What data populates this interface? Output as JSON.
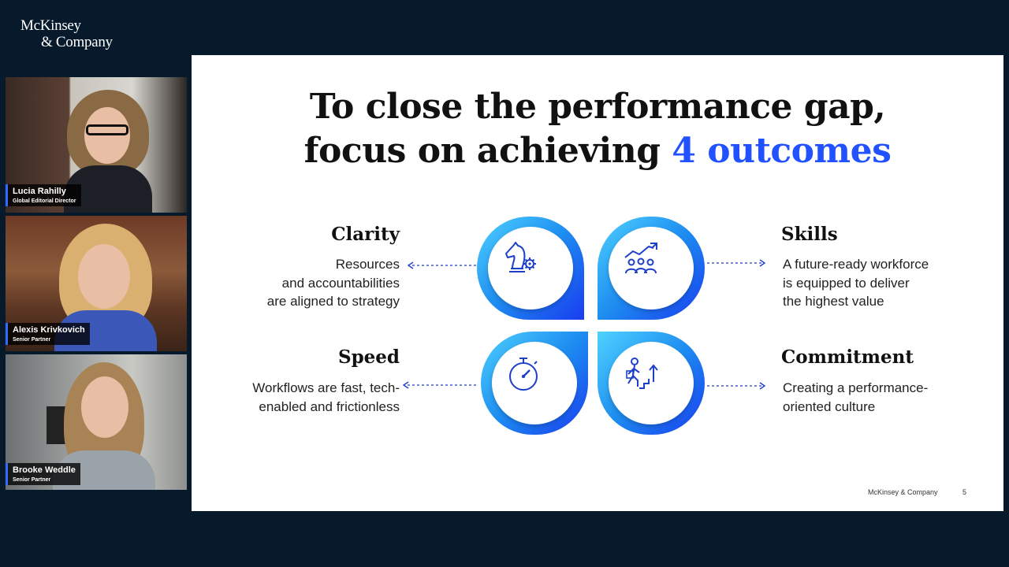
{
  "brand": {
    "line1": "McKinsey",
    "line2": "& Company"
  },
  "participants": [
    {
      "name": "Lucia Rahilly",
      "role": "Global Editorial Director"
    },
    {
      "name": "Alexis Krivkovich",
      "role": "Senior Partner"
    },
    {
      "name": "Brooke Weddle",
      "role": "Senior Partner"
    }
  ],
  "slide": {
    "title_line1": "To close the performance gap,",
    "title_line2_prefix": "focus on achieving ",
    "title_line2_highlight": "4 outcomes",
    "highlight_color": "#2251ff",
    "outcomes": [
      {
        "heading": "Clarity",
        "lines": [
          "Resources",
          "and accountabilities",
          "are aligned to strategy"
        ],
        "icon": "chess-knight-gear-icon"
      },
      {
        "heading": "Skills",
        "lines": [
          "A future-ready workforce",
          "is equipped to deliver",
          "the highest value"
        ],
        "icon": "team-growth-icon"
      },
      {
        "heading": "Speed",
        "lines": [
          "Workflows are fast, tech-",
          "enabled and frictionless"
        ],
        "icon": "stopwatch-icon"
      },
      {
        "heading": "Commitment",
        "lines": [
          "Creating a performance-",
          "oriented culture"
        ],
        "icon": "person-climbing-stairs-icon"
      }
    ],
    "footer": "McKinsey & Company",
    "page_number": "5"
  }
}
